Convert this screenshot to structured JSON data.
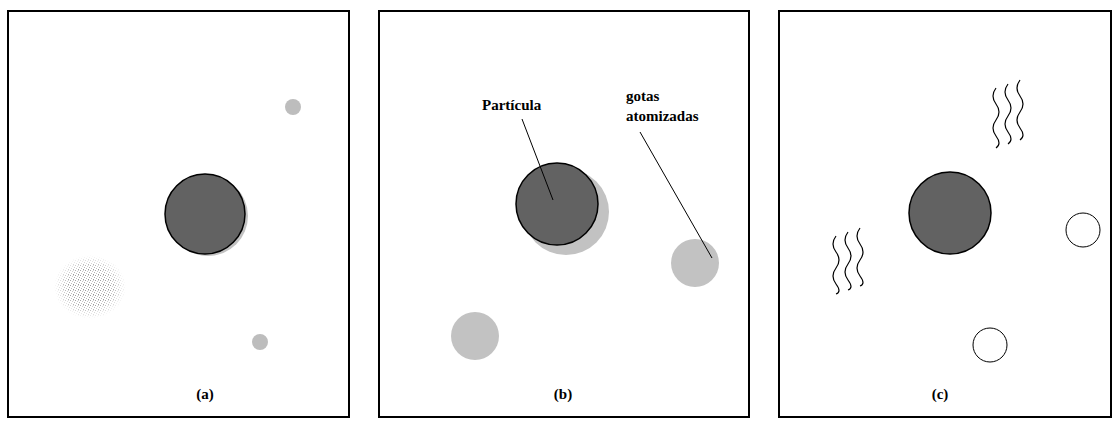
{
  "diagram": {
    "nodes": [
      {
        "text": [
          "(a)"
        ]
      },
      {
        "text": [
          "(b)"
        ]
      },
      {
        "text": [
          "(c)"
        ]
      }
    ],
    "labels": [
      "Partícula",
      "gotas atomizadas"
    ]
  }
}
